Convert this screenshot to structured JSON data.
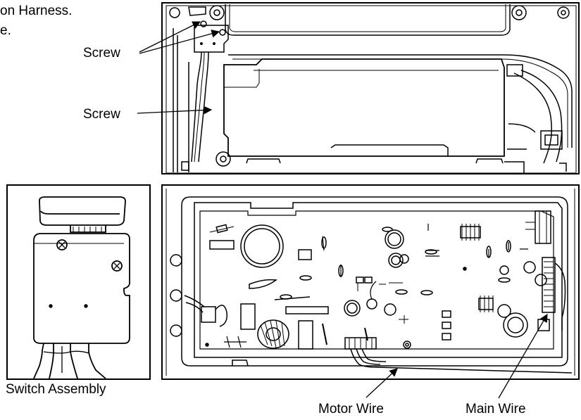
{
  "intro": {
    "line1": "on Harness.",
    "line2": "e."
  },
  "callouts": {
    "screw_top": "Screw",
    "screw_mid": "Screw",
    "switch_assembly": "Switch Assembly",
    "motor_wire": "Motor Wire",
    "main_wire": "Main Wire"
  }
}
